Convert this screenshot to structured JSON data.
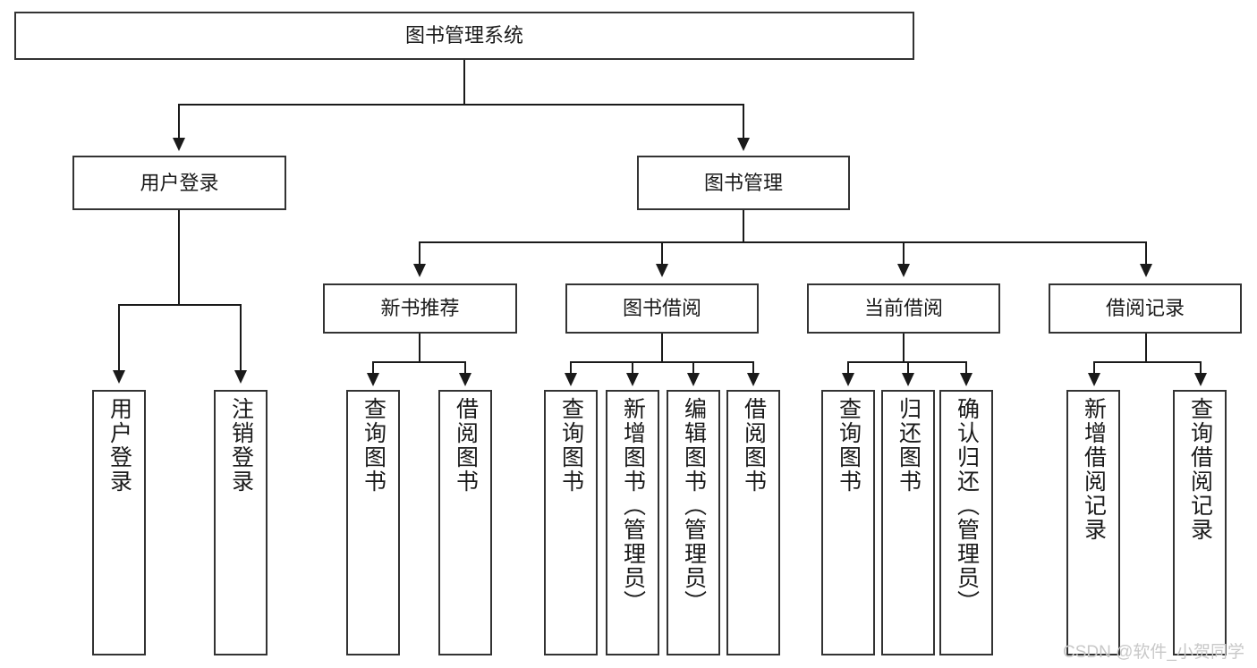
{
  "diagram": {
    "type": "tree",
    "title": "图书管理系统",
    "root": {
      "label": "图书管理系统"
    },
    "level1": [
      {
        "label": "用户登录"
      },
      {
        "label": "图书管理"
      }
    ],
    "level2": [
      {
        "label": "新书推荐"
      },
      {
        "label": "图书借阅"
      },
      {
        "label": "当前借阅"
      },
      {
        "label": "借阅记录"
      }
    ],
    "leaves": {
      "user_login": [
        {
          "label": "用户登录"
        },
        {
          "label": "注销登录"
        }
      ],
      "new_book_recommend": [
        {
          "label": "查询图书"
        },
        {
          "label": "借阅图书"
        }
      ],
      "book_borrow": [
        {
          "label": "查询图书"
        },
        {
          "label": "新增图书（管理员）"
        },
        {
          "label": "编辑图书（管理员）"
        },
        {
          "label": "借阅图书"
        }
      ],
      "current_borrow": [
        {
          "label": "查询图书"
        },
        {
          "label": "归还图书"
        },
        {
          "label": "确认归还（管理员）"
        }
      ],
      "borrow_record": [
        {
          "label": "新增借阅记录"
        },
        {
          "label": "查询借阅记录"
        }
      ]
    }
  },
  "watermark": {
    "text": "CSDN @软件_小贺同学"
  },
  "colors": {
    "box_border": "#333333",
    "line": "#1a1a1a",
    "text": "#1a1a1a",
    "background": "#ffffff",
    "watermark": "#c8c8c8"
  }
}
